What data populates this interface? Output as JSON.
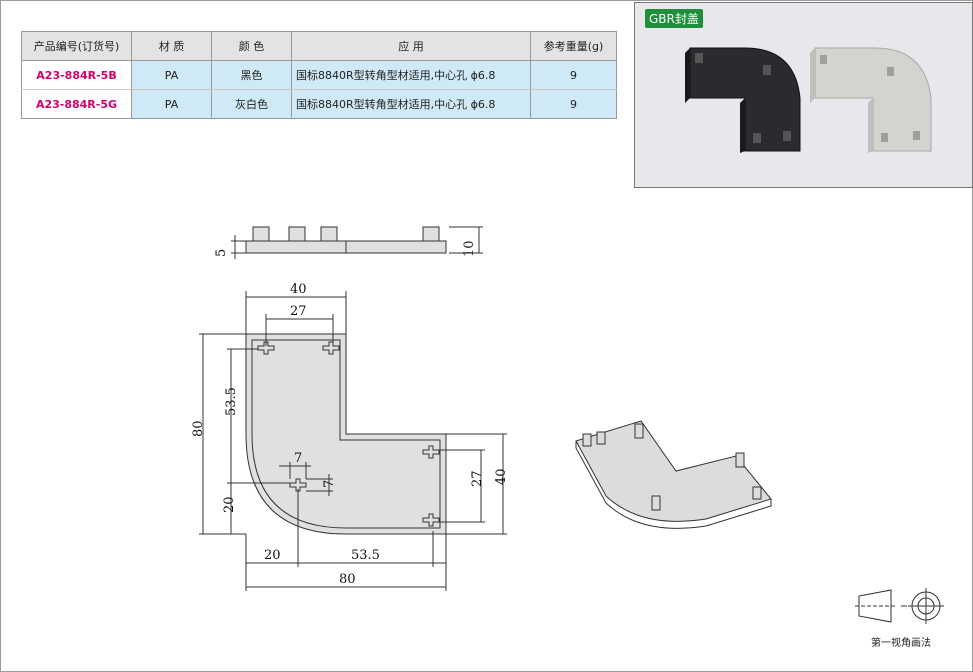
{
  "table": {
    "headers": [
      "产品编号(订货号)",
      "材  质",
      "颜  色",
      "应    用",
      "参考重量(g)"
    ],
    "rows": [
      {
        "code": "A23-884R-5B",
        "material": "PA",
        "color": "黑色",
        "application": "国标8840R型转角型材适用,中心孔 ϕ6.8",
        "weight": "9"
      },
      {
        "code": "A23-884R-5G",
        "material": "PA",
        "color": "灰白色",
        "application": "国标8840R型转角型材适用,中心孔 ϕ6.8",
        "weight": "9"
      }
    ]
  },
  "photo": {
    "tag": "GBR封盖",
    "colors": {
      "tag_bg": "#1e8f3a",
      "black_cap": "#2b2b2f",
      "grey_cap": "#d3d4d0"
    }
  },
  "dimensions": {
    "side": {
      "thickness": "5",
      "height": "10"
    },
    "top": {
      "width_40": "40",
      "hole_27": "27",
      "height_80": "80",
      "hole_53_5": "53.5",
      "hole_20": "20",
      "small_7_h": "7",
      "small_7_v": "7",
      "right_27": "27",
      "right_40": "40",
      "bottom_20": "20",
      "bottom_53_5": "53.5",
      "bottom_80": "80"
    }
  },
  "projection": {
    "label": "第一视角画法"
  },
  "colors": {
    "code_text": "#d6006d",
    "cell_bg": "#cfe9f6",
    "header_bg": "#e3e3e3"
  }
}
